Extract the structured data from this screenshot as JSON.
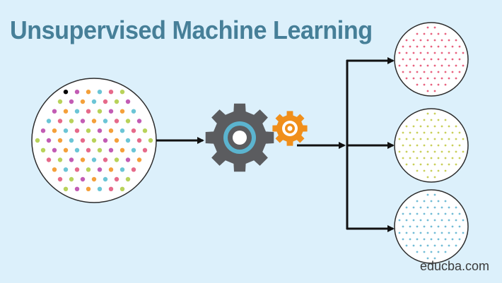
{
  "title": "Unsupervised Machine Learning",
  "watermark": "educba.com",
  "colors": {
    "background": "#dcf0fb",
    "title": "#467f98",
    "gear_large": "#5b5c5f",
    "gear_large_ring": "#5bb4cf",
    "gear_small": "#f08f1b",
    "arrow": "#111111",
    "circle_border": "#2b2b2b"
  },
  "input_circle": {
    "dot_colors": [
      "#c25cb4",
      "#6bc5d6",
      "#b8d25a",
      "#f4a03a",
      "#e66a8a"
    ]
  },
  "clusters": [
    {
      "name": "cluster-pink",
      "dot_color": "#e8617f"
    },
    {
      "name": "cluster-yellow",
      "dot_color": "#c9cf5a"
    },
    {
      "name": "cluster-blue",
      "dot_color": "#72bcd6"
    }
  ],
  "icons": [
    "gear-large-icon",
    "gear-small-icon"
  ]
}
